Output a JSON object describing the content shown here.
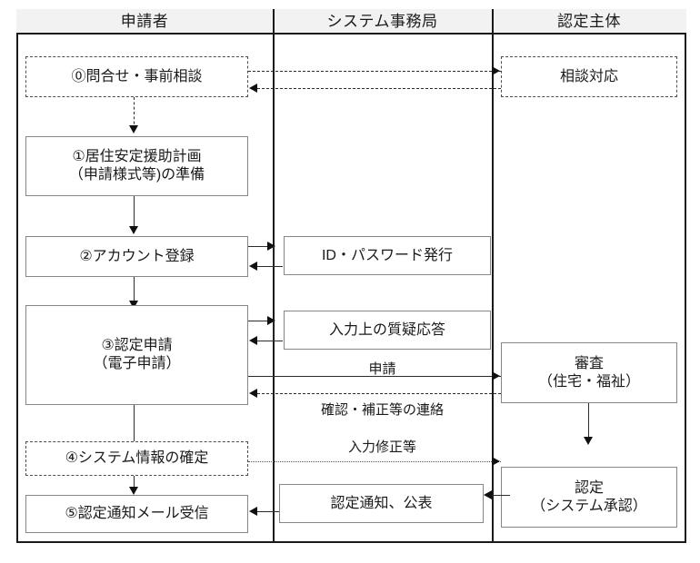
{
  "diagram": {
    "title_lanes": [
      "申請者",
      "システム事務局",
      "認定主体"
    ],
    "lanes": {
      "applicant": "申請者",
      "system_office": "システム事務局",
      "certifier": "認定主体"
    },
    "applicant_steps": {
      "step0": "⓪問合せ・事前相談",
      "step1_line1": "①居住安定援助計画",
      "step1_line2": "（申請様式等)の準備",
      "step2": "②アカウント登録",
      "step3_line1": "③認定申請",
      "step3_line2": "（電子申請）",
      "step4": "④システム情報の確定",
      "step5": "⑤認定通知メール受信"
    },
    "office_steps": {
      "id_issue": "ID・パスワード発行",
      "qa": "入力上の質疑応答",
      "notice": "認定通知、公表"
    },
    "office_labels": {
      "application": "申請",
      "confirm_correction": "確認・補正等の連絡",
      "input_fix": "入力修正等"
    },
    "certifier_steps": {
      "consult": "相談対応",
      "review_line1": "審査",
      "review_line2": "（住宅・福祉）",
      "approval_line1": "認定",
      "approval_line2": "（システム承認）"
    },
    "colors": {
      "frame": "#1a1a1a",
      "box_solid_border": "#868686",
      "box_dashed_border": "#4d4d4d",
      "header_bg": "#f2f2f2",
      "text": "#1a1a1a",
      "connector": "#2b2b2b"
    }
  }
}
